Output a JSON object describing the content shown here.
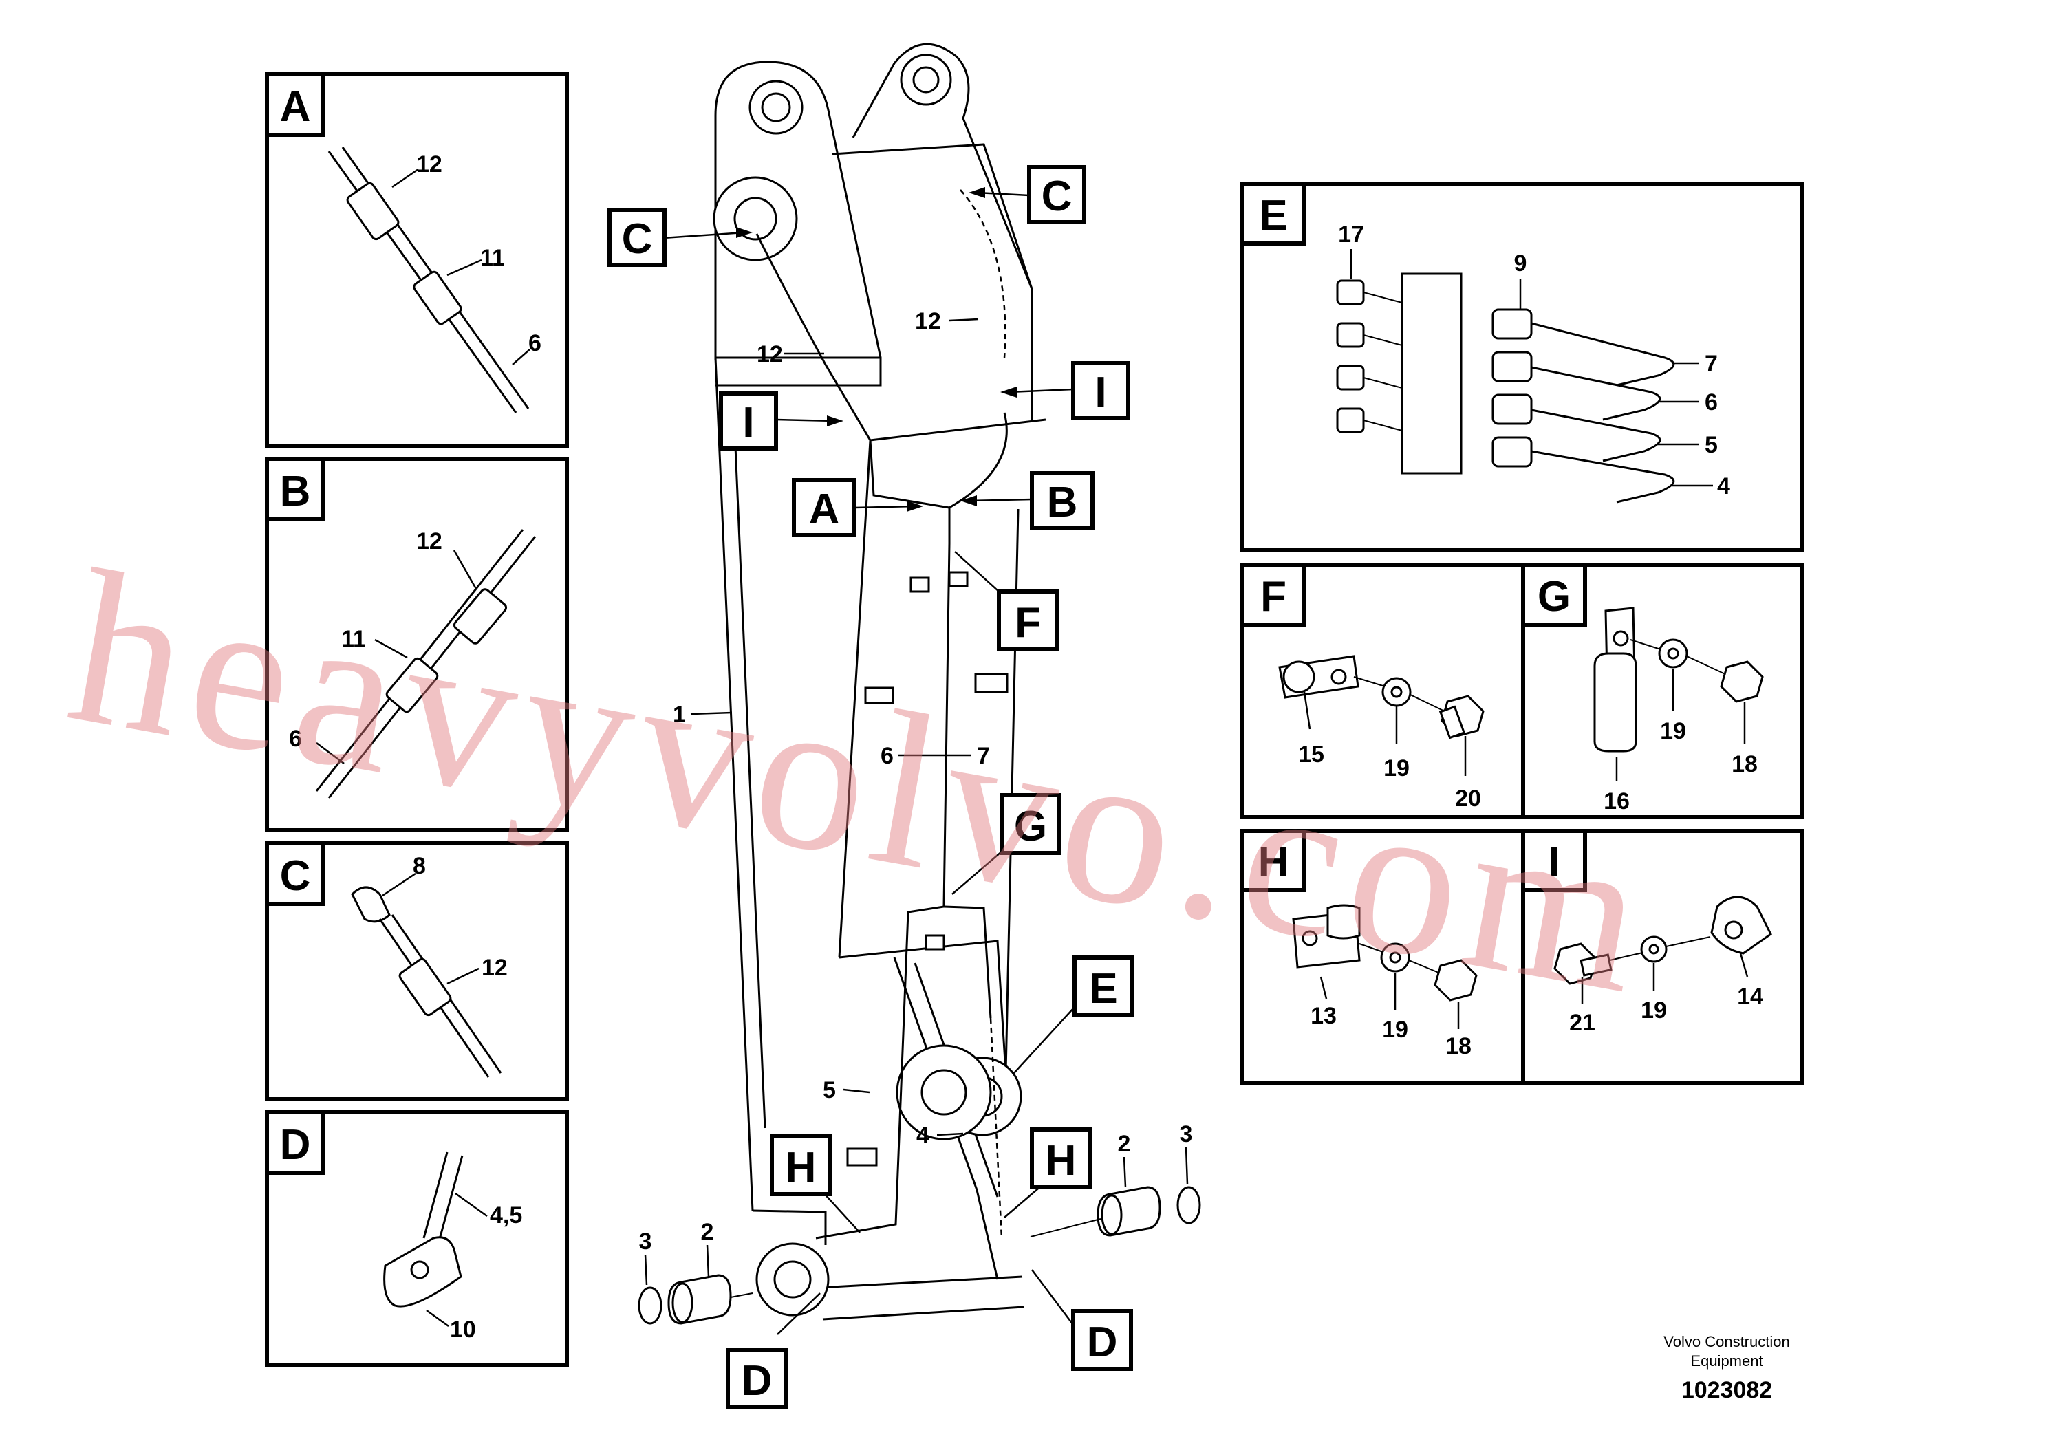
{
  "panels": {
    "A": {
      "label": "A",
      "callouts": [
        "12",
        "11",
        "6"
      ]
    },
    "B": {
      "label": "B",
      "callouts": [
        "12",
        "11",
        "6"
      ]
    },
    "C": {
      "label": "C",
      "callouts": [
        "8",
        "12"
      ]
    },
    "D": {
      "label": "D",
      "callouts": [
        "4,5",
        "10"
      ]
    },
    "E": {
      "label": "E",
      "callouts": [
        "17",
        "9",
        "7",
        "6",
        "5",
        "4"
      ]
    },
    "F": {
      "label": "F",
      "callouts": [
        "15",
        "19",
        "20"
      ]
    },
    "G": {
      "label": "G",
      "callouts": [
        "16",
        "19",
        "18"
      ]
    },
    "H": {
      "label": "H",
      "callouts": [
        "13",
        "19",
        "18"
      ]
    },
    "I": {
      "label": "I",
      "callouts": [
        "21",
        "19",
        "14"
      ]
    }
  },
  "main": {
    "section_tags": [
      "C",
      "C",
      "I",
      "I",
      "A",
      "B",
      "F",
      "G",
      "E",
      "H",
      "H",
      "D",
      "D"
    ],
    "callouts": [
      "12",
      "12",
      "1",
      "6",
      "7",
      "5",
      "4",
      "3",
      "2",
      "2",
      "3"
    ]
  },
  "watermark": "heavyvolvo.com",
  "credit": {
    "line1": "Volvo Construction",
    "line2": "Equipment"
  },
  "document_number": "1023082"
}
